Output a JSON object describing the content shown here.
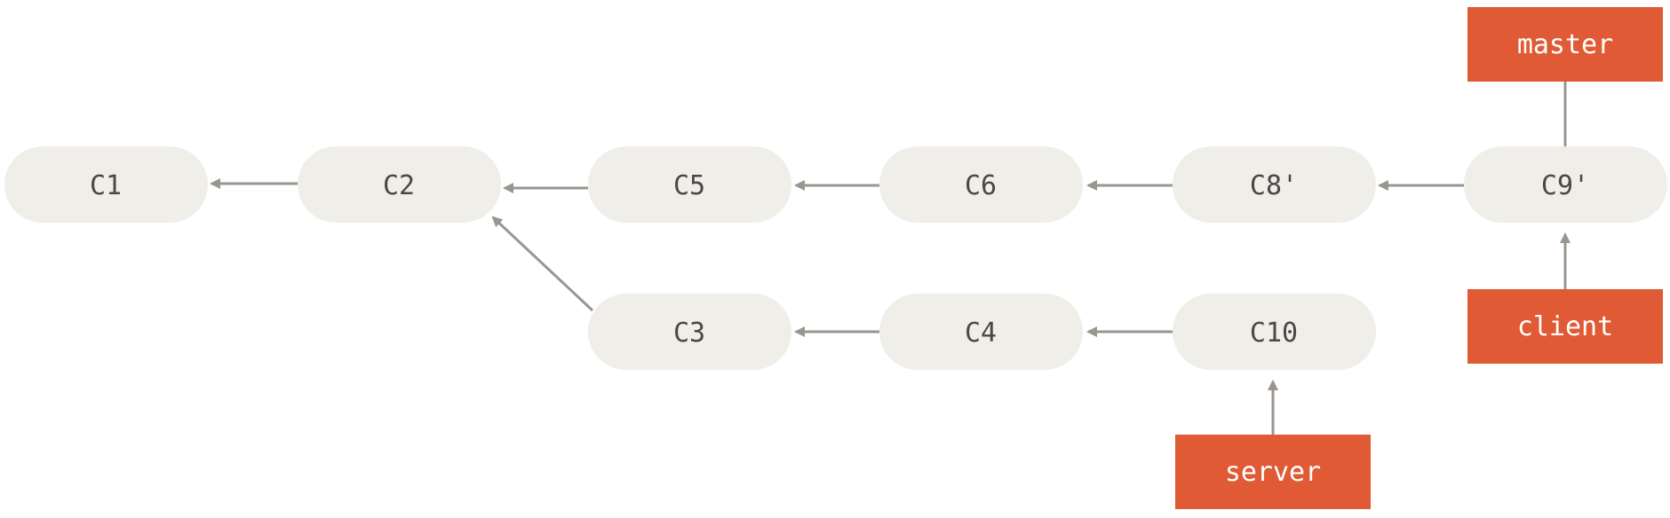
{
  "colors": {
    "commit_fill": "#efeee9",
    "commit_text": "#4a4845",
    "ref_fill": "#e05a35",
    "ref_text": "#ffffff",
    "arrow": "#9a958f"
  },
  "commits": {
    "c1": "C1",
    "c2": "C2",
    "c5": "C5",
    "c6": "C6",
    "c8p": "C8'",
    "c9p": "C9'",
    "c3": "C3",
    "c4": "C4",
    "c10": "C10"
  },
  "refs": {
    "master": "master",
    "client": "client",
    "server": "server"
  },
  "edges": [
    [
      "C2",
      "C1"
    ],
    [
      "C5",
      "C2"
    ],
    [
      "C6",
      "C5"
    ],
    [
      "C8'",
      "C6"
    ],
    [
      "C9'",
      "C8'"
    ],
    [
      "C3",
      "C2"
    ],
    [
      "C4",
      "C3"
    ],
    [
      "C10",
      "C4"
    ],
    [
      "master",
      "C9'"
    ],
    [
      "client",
      "C9'"
    ],
    [
      "server",
      "C10"
    ]
  ]
}
